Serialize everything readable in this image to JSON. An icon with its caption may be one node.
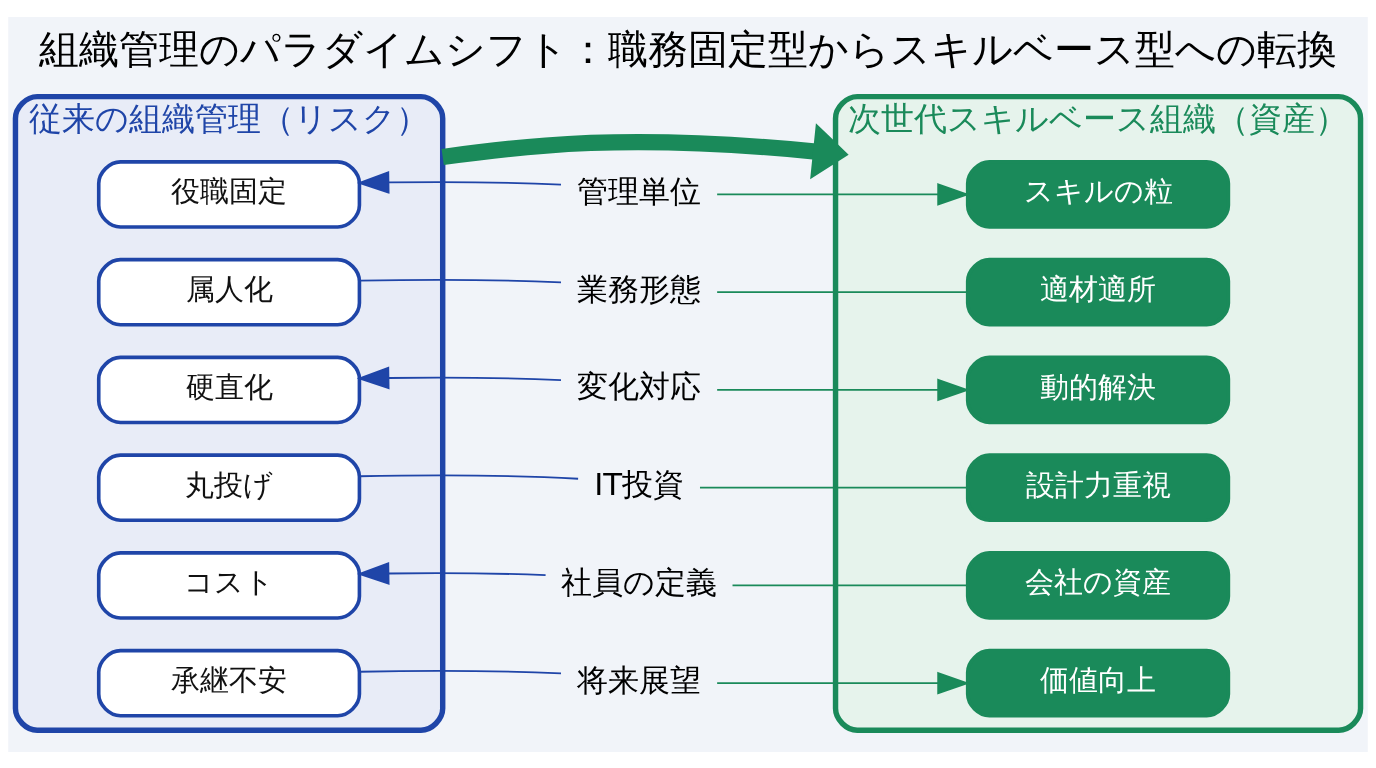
{
  "diagram": {
    "title": "組織管理のパラダイムシフト：職務固定型からスキルベース型への転換",
    "nodes": [
      {
        "text": [
          "従来の組織管理（リスク）"
        ]
      },
      {
        "text": [
          "役職固定"
        ],
        "in": 0
      },
      {
        "text": [
          "属人化"
        ],
        "in": 0
      },
      {
        "text": [
          "硬直化"
        ],
        "in": 0
      },
      {
        "text": [
          "丸投げ"
        ],
        "in": 0
      },
      {
        "text": [
          "コスト"
        ],
        "in": 0
      },
      {
        "text": [
          "承継不安"
        ],
        "in": 0
      },
      {
        "text": [
          "管理単位"
        ]
      },
      {
        "text": [
          "業務形態"
        ]
      },
      {
        "text": [
          "変化対応"
        ]
      },
      {
        "text": [
          "IT投資"
        ]
      },
      {
        "text": [
          "社員の定義"
        ]
      },
      {
        "text": [
          "将来展望"
        ]
      },
      {
        "text": [
          "次世代スキルベース組織（資産）"
        ]
      },
      {
        "text": [
          "スキルの粒"
        ],
        "in": 13
      },
      {
        "text": [
          "適材適所"
        ],
        "in": 13
      },
      {
        "text": [
          "動的解決"
        ],
        "in": 13
      },
      {
        "text": [
          "設計力重視"
        ],
        "in": 13
      },
      {
        "text": [
          "会社の資産"
        ],
        "in": 13
      },
      {
        "text": [
          "価値向上"
        ],
        "in": 13
      }
    ],
    "edges": [
      {
        "from": 0,
        "to": 13,
        "arrow": "to",
        "style": "thick",
        "color": "#1a8a5a"
      },
      {
        "from": 7,
        "to": 1,
        "arrow": "to",
        "color": "#1f45a8"
      },
      {
        "from": 8,
        "to": 2,
        "arrow": "none",
        "color": "#1f45a8"
      },
      {
        "from": 9,
        "to": 3,
        "arrow": "to",
        "color": "#1f45a8"
      },
      {
        "from": 10,
        "to": 4,
        "arrow": "none",
        "color": "#1f45a8"
      },
      {
        "from": 11,
        "to": 5,
        "arrow": "to",
        "color": "#1f45a8"
      },
      {
        "from": 12,
        "to": 6,
        "arrow": "none",
        "color": "#1f45a8"
      },
      {
        "from": 7,
        "to": 14,
        "arrow": "to",
        "color": "#1a8a5a"
      },
      {
        "from": 8,
        "to": 15,
        "arrow": "none",
        "color": "#1a8a5a"
      },
      {
        "from": 9,
        "to": 16,
        "arrow": "to",
        "color": "#1a8a5a"
      },
      {
        "from": 10,
        "to": 17,
        "arrow": "none",
        "color": "#1a8a5a"
      },
      {
        "from": 11,
        "to": 18,
        "arrow": "none",
        "color": "#1a8a5a"
      },
      {
        "from": 12,
        "to": 19,
        "arrow": "to",
        "color": "#1a8a5a"
      }
    ]
  }
}
